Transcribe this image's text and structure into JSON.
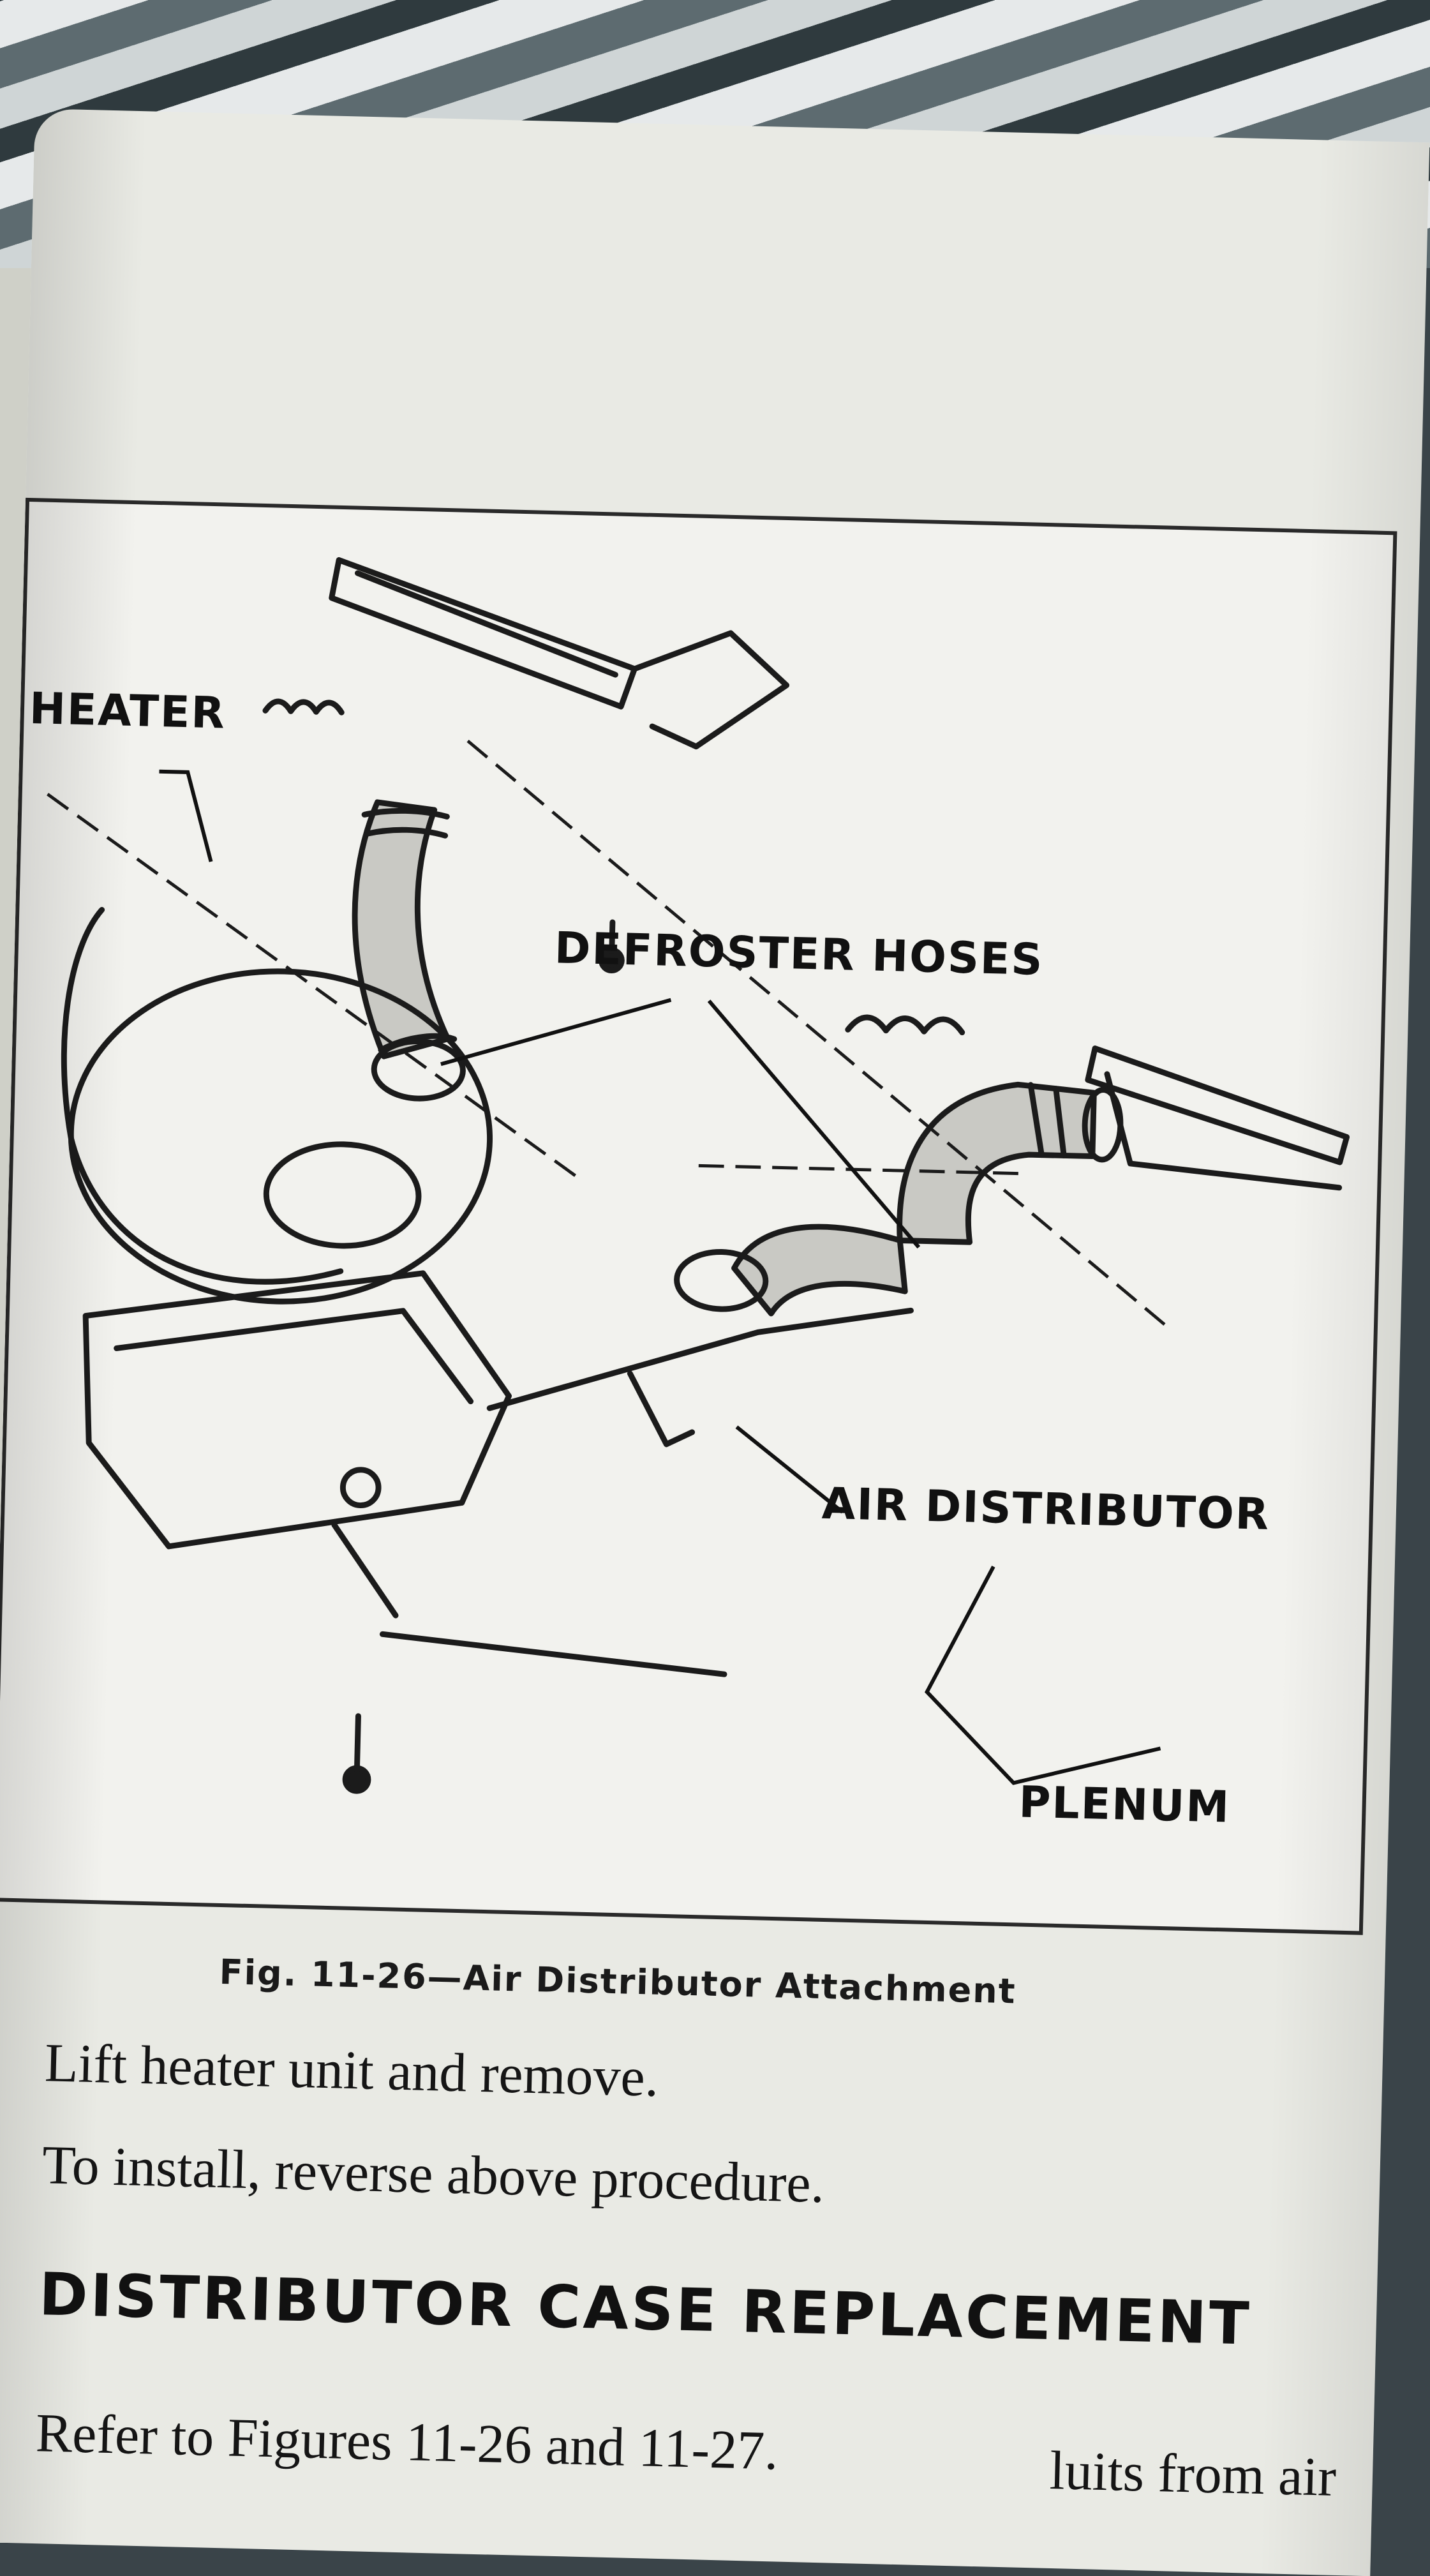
{
  "figure": {
    "labels": {
      "heater": "HEATER",
      "defroster_hoses": "DEFROSTER HOSES",
      "air_distributor": "AIR DISTRIBUTOR",
      "plenum": "PLENUM"
    },
    "caption": "Fig. 11-26—Air Distributor Attachment"
  },
  "body": {
    "step_lift": "Lift heater unit  and remove.",
    "step_install": "To install, reverse above procedure.",
    "section_heading": "DISTRIBUTOR CASE REPLACEMENT",
    "refer_line": "Refer to Figures 11-26 and 11-27.",
    "partial_line": "luits from air"
  }
}
